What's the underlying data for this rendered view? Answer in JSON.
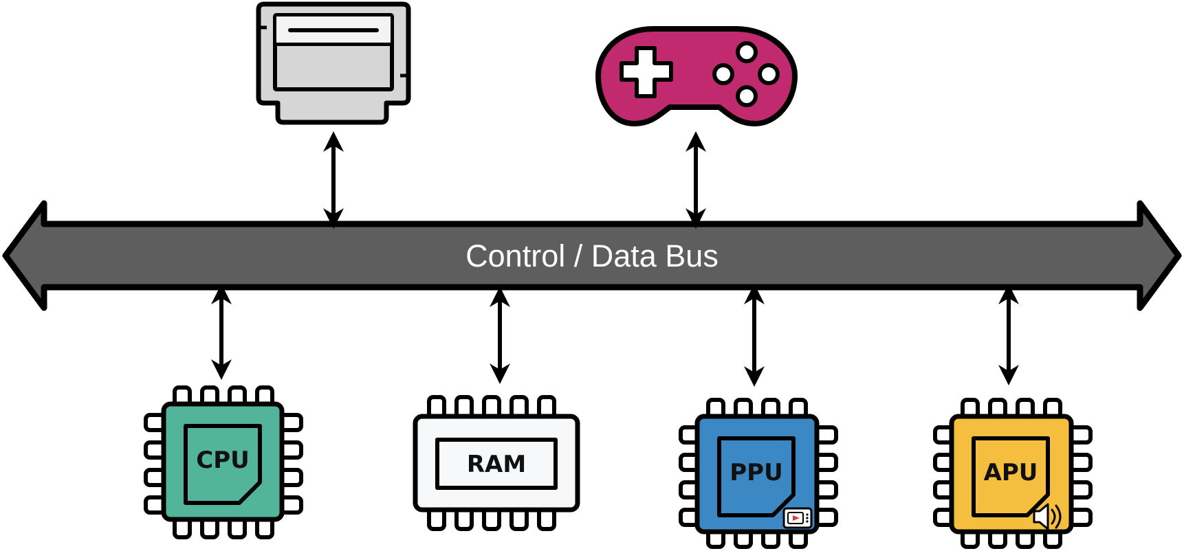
{
  "bus": {
    "label": "Control / Data Bus"
  },
  "components": {
    "cartridge": {
      "icon": "cartridge-icon"
    },
    "controller": {
      "icon": "gamepad-icon",
      "color": "#C12A6E"
    },
    "cpu": {
      "label": "CPU",
      "color": "#52B59B"
    },
    "ram": {
      "label": "RAM",
      "color": "#F7F8FA"
    },
    "ppu": {
      "label": "PPU",
      "color": "#3B88C4",
      "badge_icon": "video-screen-icon"
    },
    "apu": {
      "label": "APU",
      "color": "#F5BE3E",
      "badge_icon": "speaker-icon"
    }
  },
  "colors": {
    "bus_fill": "#5E5E5E",
    "outline": "#000000",
    "cartridge_fill": "#D6D6D6"
  }
}
